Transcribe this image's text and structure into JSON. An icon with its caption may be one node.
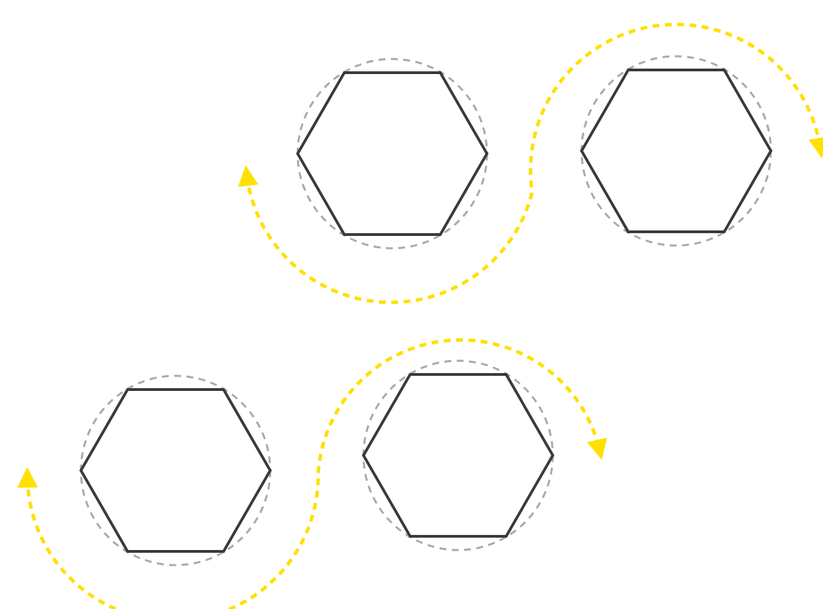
{
  "diagram": {
    "nodes": [
      {
        "text": [],
        "shape": "circle"
      },
      {
        "text": [],
        "shape": "hexagon",
        "in": 0
      },
      {
        "text": [],
        "shape": "circle"
      },
      {
        "text": [],
        "shape": "hexagon",
        "in": 2
      },
      {
        "text": [],
        "shape": "circle"
      },
      {
        "text": [],
        "shape": "hexagon",
        "in": 4
      },
      {
        "text": [],
        "shape": "circle"
      },
      {
        "text": [],
        "shape": "hexagon",
        "in": 6
      }
    ]
  }
}
